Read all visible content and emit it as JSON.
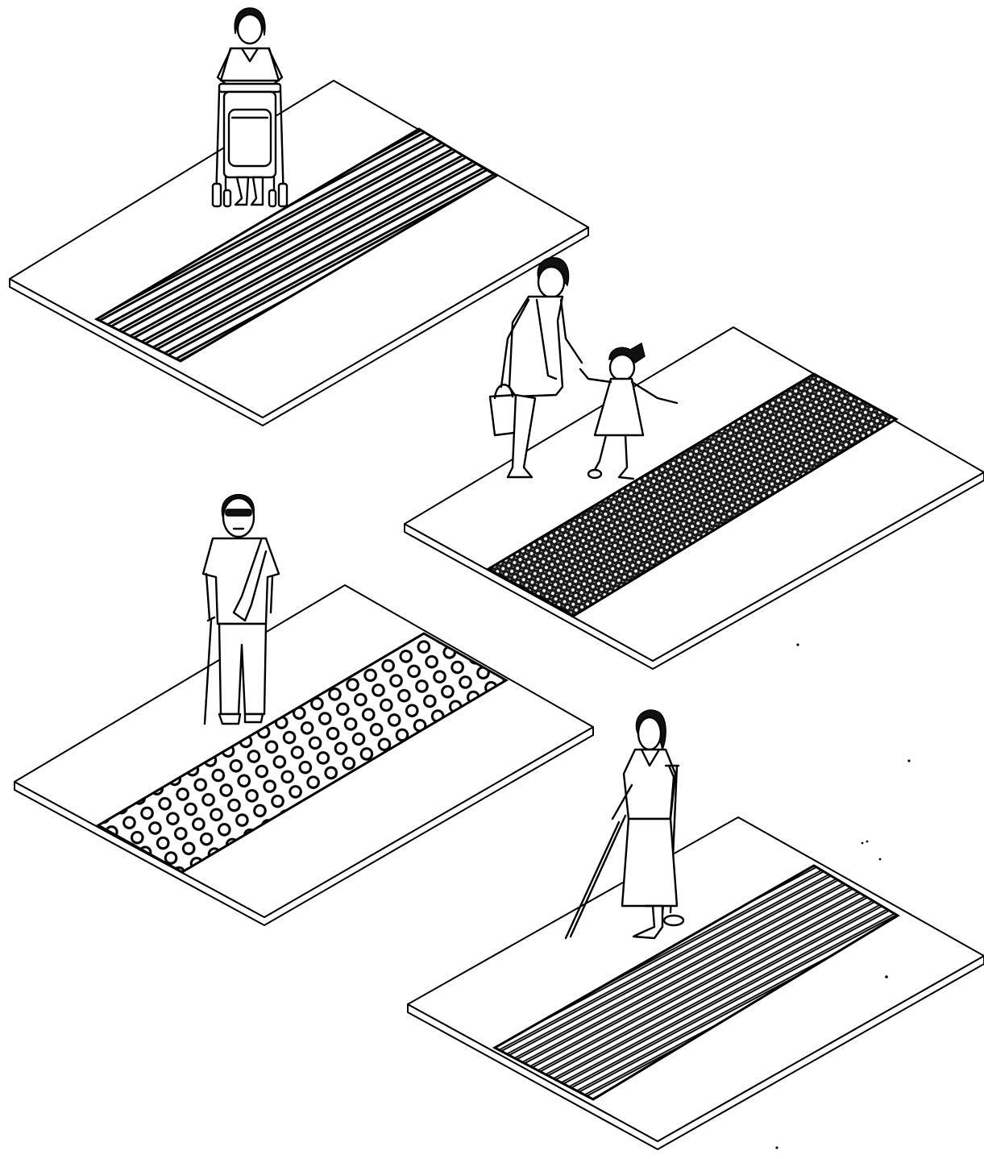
{
  "panels": [
    {
      "name": "panel-bar-texture",
      "texture": "bars",
      "figure": "person-with-stroller"
    },
    {
      "name": "panel-dot-texture",
      "texture": "fine-dots",
      "figure": "adult-with-child-and-bag"
    },
    {
      "name": "panel-truncated-dome-texture",
      "texture": "large-domes",
      "figure": "person-with-cane"
    },
    {
      "name": "panel-diagonal-texture",
      "texture": "diagonal-ribs",
      "figure": "person-with-crutches-and-white-cane"
    }
  ],
  "colors": {
    "ink": "#000000",
    "paper": "#ffffff"
  }
}
